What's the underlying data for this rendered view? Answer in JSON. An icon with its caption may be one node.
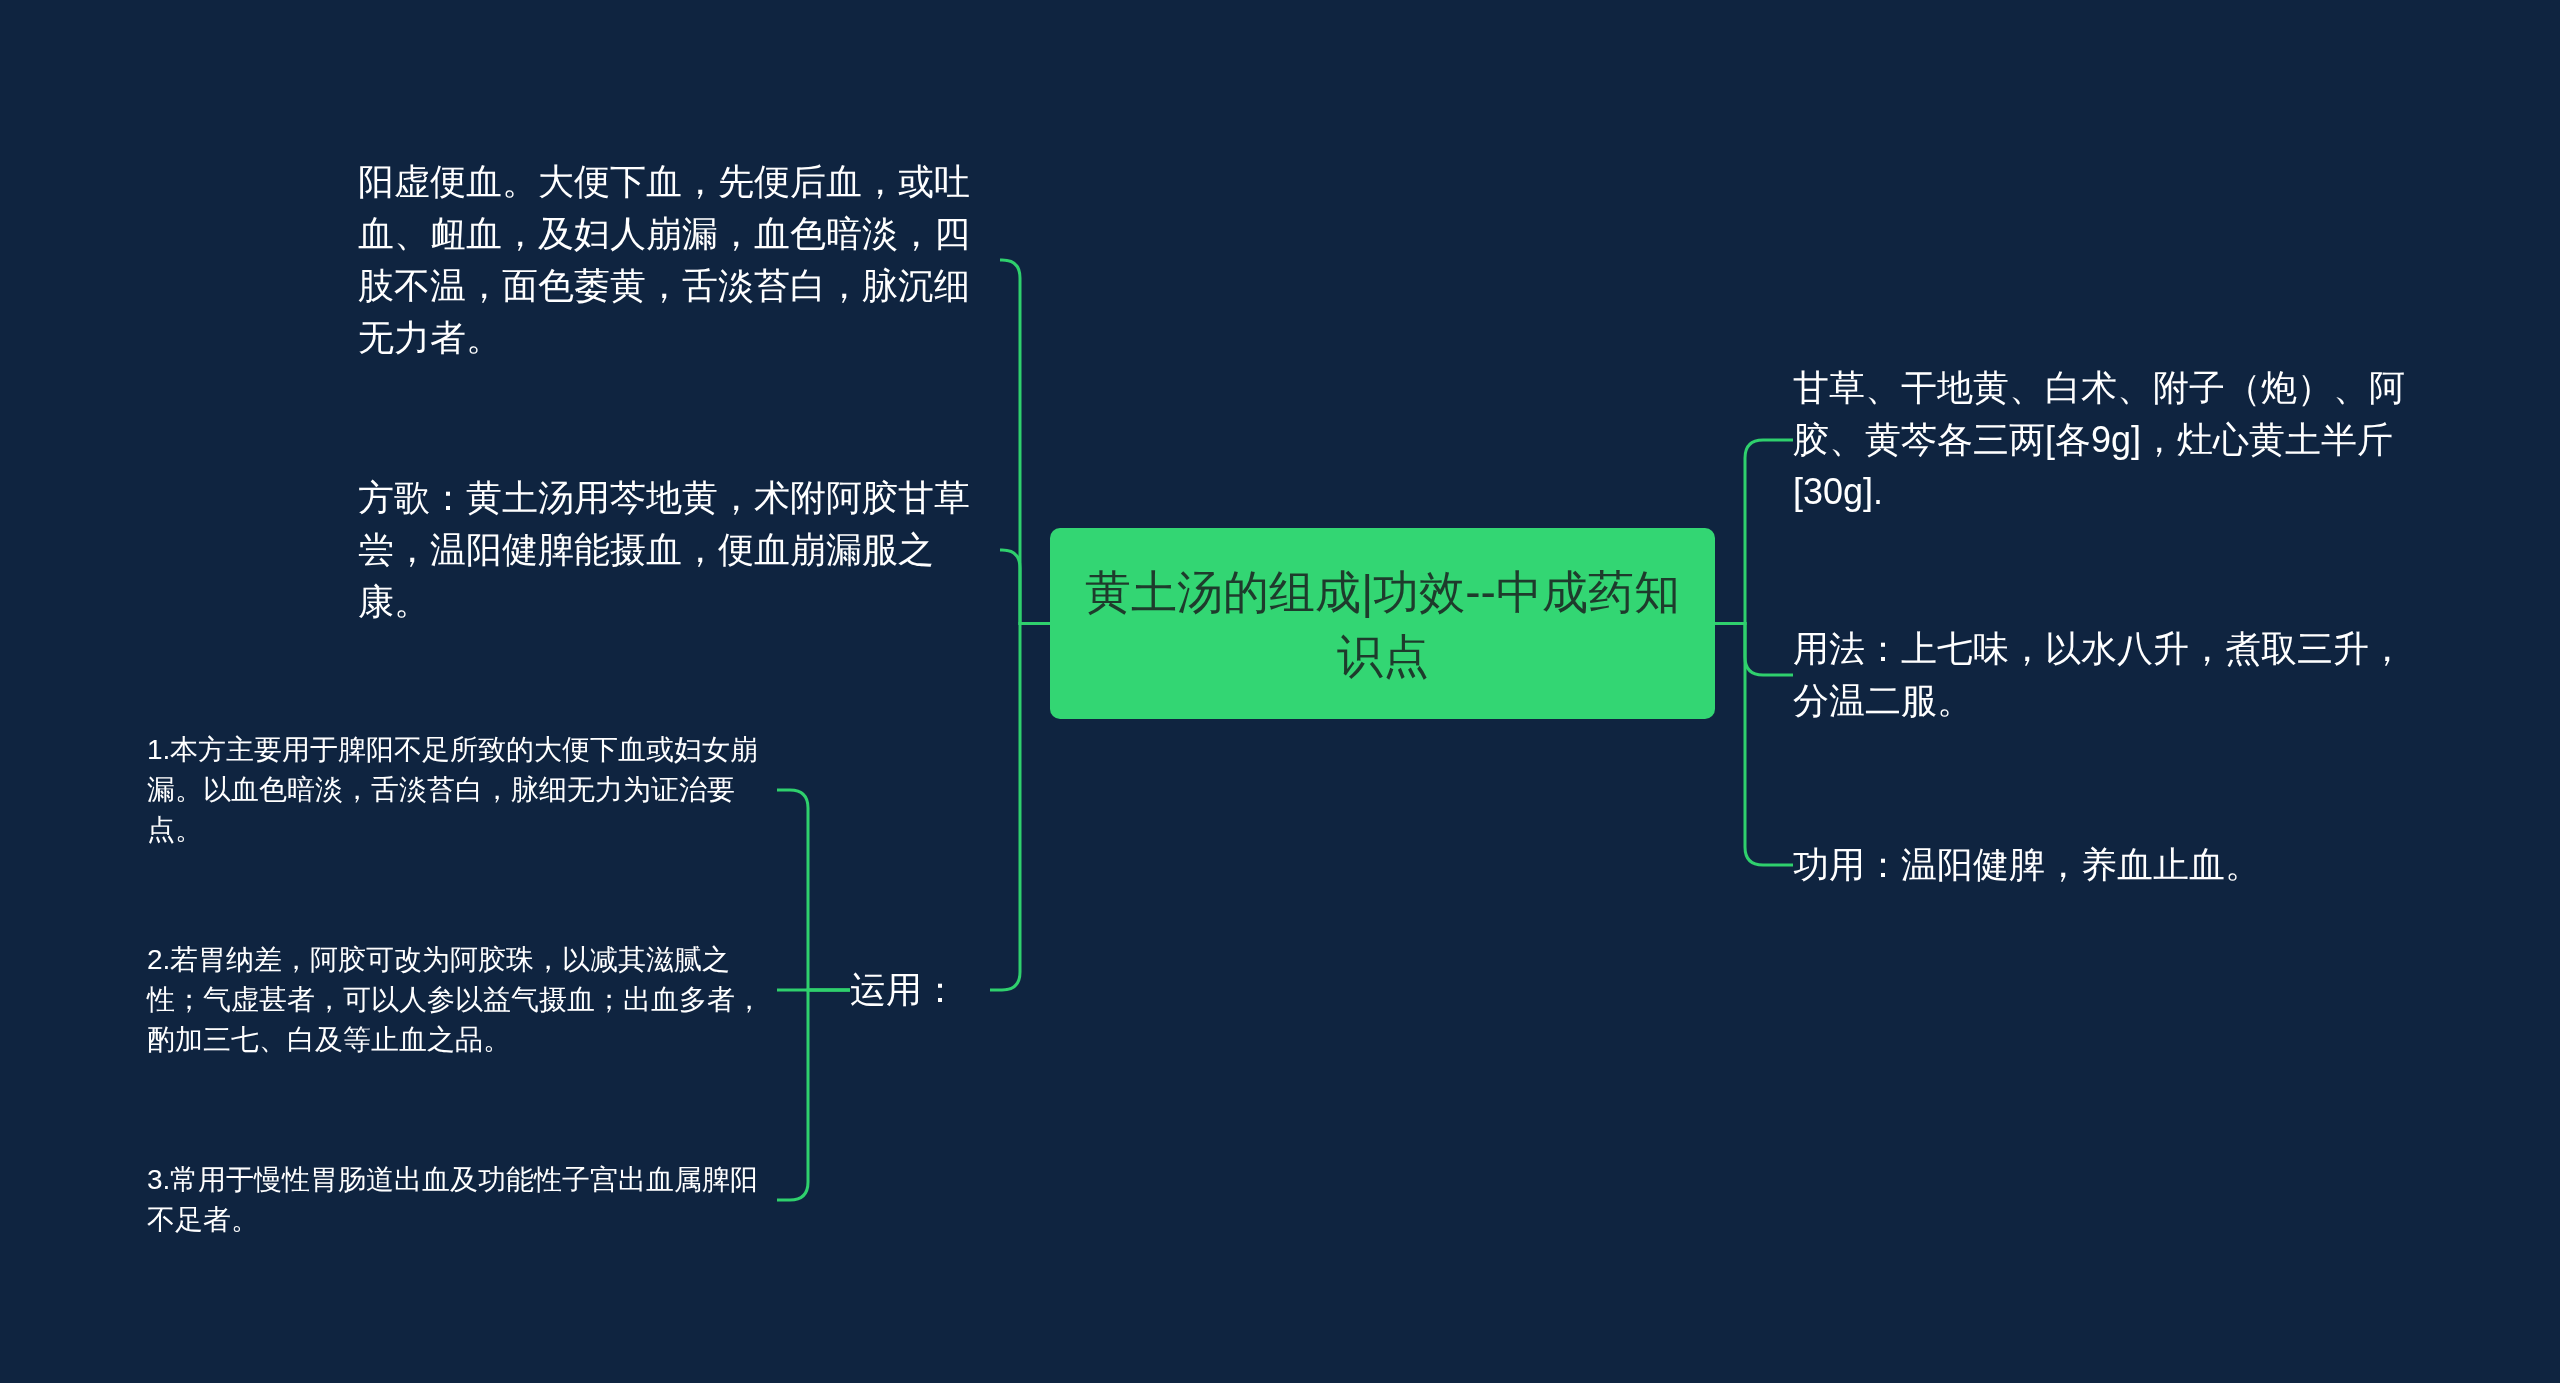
{
  "diagram": {
    "nodes": [
      {
        "text": [
          "黄土汤的组成|功效--中成药知识点"
        ]
      },
      {
        "text": [
          "阳虚便血。大便下血，先便后血，或吐血、衄血，及妇人崩漏，血色暗淡，四肢不温，面色萎黄，舌淡苔白，脉沉细无力者。"
        ]
      },
      {
        "text": [
          "方歌：黄土汤用芩地黄，术附阿胶甘草尝，温阳健脾能摄血，便血崩漏服之康。"
        ]
      },
      {
        "text": [
          "运用："
        ]
      },
      {
        "text": [
          "1.本方主要用于脾阳不足所致的大便下血或妇女崩漏。以血色暗淡，舌淡苔白，脉细无力为证治要点。"
        ]
      },
      {
        "text": [
          "2.若胃纳差，阿胶可改为阿胶珠，以减其滋腻之性；气虚甚者，可以人参以益气摄血；出血多者，酌加三七、白及等止血之品。"
        ]
      },
      {
        "text": [
          "3.常用于慢性胃肠道出血及功能性子宫出血属脾阳不足者。"
        ]
      },
      {
        "text": [
          "甘草、干地黄、白术、附子（炮）、阿胶、黄芩各三两[各9g]，灶心黄土半斤[30g]."
        ]
      },
      {
        "text": [
          "用法：上七味，以水八升，煮取三升，分温二服。"
        ]
      },
      {
        "text": [
          "功用：温阳健脾，养血止血。"
        ]
      }
    ],
    "edges": [
      {
        "from": 0,
        "to": 1,
        "arrow": "none"
      },
      {
        "from": 0,
        "to": 2,
        "arrow": "none"
      },
      {
        "from": 0,
        "to": 3,
        "arrow": "none"
      },
      {
        "from": 3,
        "to": 4,
        "arrow": "none"
      },
      {
        "from": 3,
        "to": 5,
        "arrow": "none"
      },
      {
        "from": 3,
        "to": 6,
        "arrow": "none"
      },
      {
        "from": 0,
        "to": 7,
        "arrow": "none"
      },
      {
        "from": 0,
        "to": 8,
        "arrow": "none"
      },
      {
        "from": 0,
        "to": 9,
        "arrow": "none"
      }
    ]
  }
}
